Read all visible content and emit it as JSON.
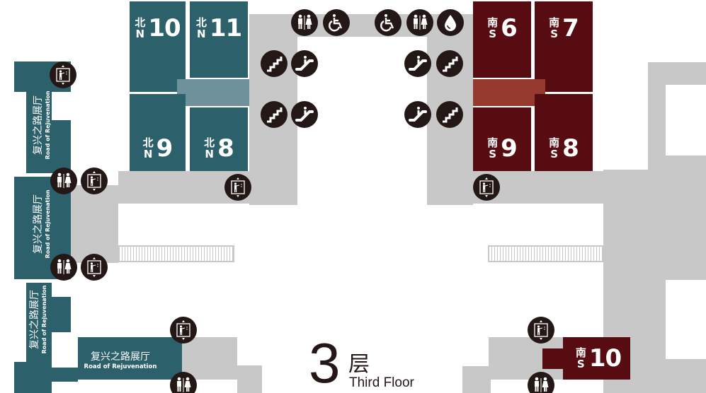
{
  "map": {
    "floor": {
      "number": "3",
      "zh": "层",
      "en": "Third Floor"
    },
    "halls": {
      "north": [
        {
          "zh": "北",
          "dir": "N",
          "num": "10"
        },
        {
          "zh": "北",
          "dir": "N",
          "num": "11"
        },
        {
          "zh": "北",
          "dir": "N",
          "num": "9"
        },
        {
          "zh": "北",
          "dir": "N",
          "num": "8"
        }
      ],
      "south": [
        {
          "zh": "南",
          "dir": "S",
          "num": "6"
        },
        {
          "zh": "南",
          "dir": "S",
          "num": "7"
        },
        {
          "zh": "南",
          "dir": "S",
          "num": "9"
        },
        {
          "zh": "南",
          "dir": "S",
          "num": "8"
        },
        {
          "zh": "南",
          "dir": "S",
          "num": "10"
        }
      ],
      "rejuvenation": {
        "zh": "复兴之路展厅",
        "en": "Road of Rejuvenation"
      }
    },
    "colors": {
      "north": "#2c616b",
      "north_corridor": "#6f919b",
      "south": "#560c11",
      "south_corridor": "#943a2e",
      "public": "#c8c8c8",
      "icon": "#231815"
    }
  }
}
